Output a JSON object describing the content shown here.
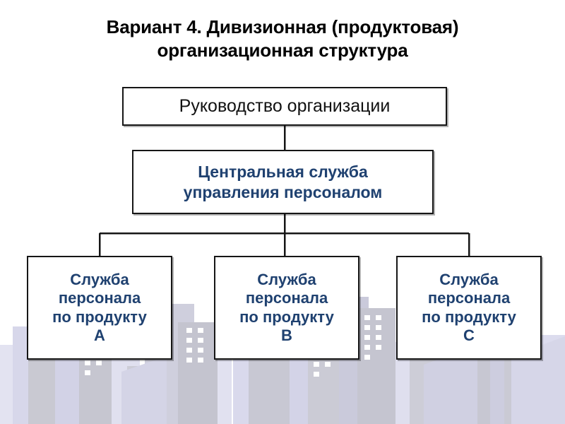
{
  "slide": {
    "title_lines": [
      "Вариант 4. Дивизионная (продуктовая)",
      "организационная структура"
    ],
    "title_text": "Вариант 4. Дивизионная (продуктовая) организационная структура",
    "background": "city-skyline",
    "background_colors": {
      "page": "#ffffff",
      "building_light": "#dcdcee",
      "building_mid": "#ccccdf",
      "building_gray": "#c9c9d2",
      "building_pale": "#e6e6f2",
      "window": "#ffffff"
    }
  },
  "colors": {
    "box_border": "#161616",
    "box_fill": "#ffffff",
    "heading_text": "#000000",
    "accent_text": "#1F4170",
    "connector": "#161616"
  },
  "chart_data": {
    "type": "diagram",
    "subtype": "org-chart",
    "title": "Вариант 4. Дивизионная (продуктовая) организационная структура",
    "levels": 3,
    "nodes": [
      {
        "id": "top",
        "level": 0,
        "lines": [
          "Руководство организации"
        ],
        "text": "Руководство организации",
        "text_color": "#111111",
        "bold": false
      },
      {
        "id": "central",
        "level": 1,
        "lines": [
          "Центральная служба",
          "управления персоналом"
        ],
        "text": "Центральная служба управления персоналом",
        "text_color": "#1F4170",
        "bold": true
      },
      {
        "id": "prod-a",
        "level": 2,
        "lines": [
          "Служба",
          "персонала",
          "по  продукту",
          "А"
        ],
        "text": "Служба персонала по продукту А",
        "text_color": "#1F4170",
        "bold": true
      },
      {
        "id": "prod-b",
        "level": 2,
        "lines": [
          "Служба",
          "персонала",
          "по  продукту",
          "В"
        ],
        "text": "Служба персонала по продукту В",
        "text_color": "#1F4170",
        "bold": true
      },
      {
        "id": "prod-c",
        "level": 2,
        "lines": [
          "Служба",
          "персонала",
          "по  продукту",
          "С"
        ],
        "text": "Служба персонала по продукту С",
        "text_color": "#1F4170",
        "bold": true
      }
    ],
    "edges": [
      {
        "from": "top",
        "to": "central"
      },
      {
        "from": "central",
        "to": "prod-a"
      },
      {
        "from": "central",
        "to": "prod-b"
      },
      {
        "from": "central",
        "to": "prod-c"
      }
    ]
  }
}
